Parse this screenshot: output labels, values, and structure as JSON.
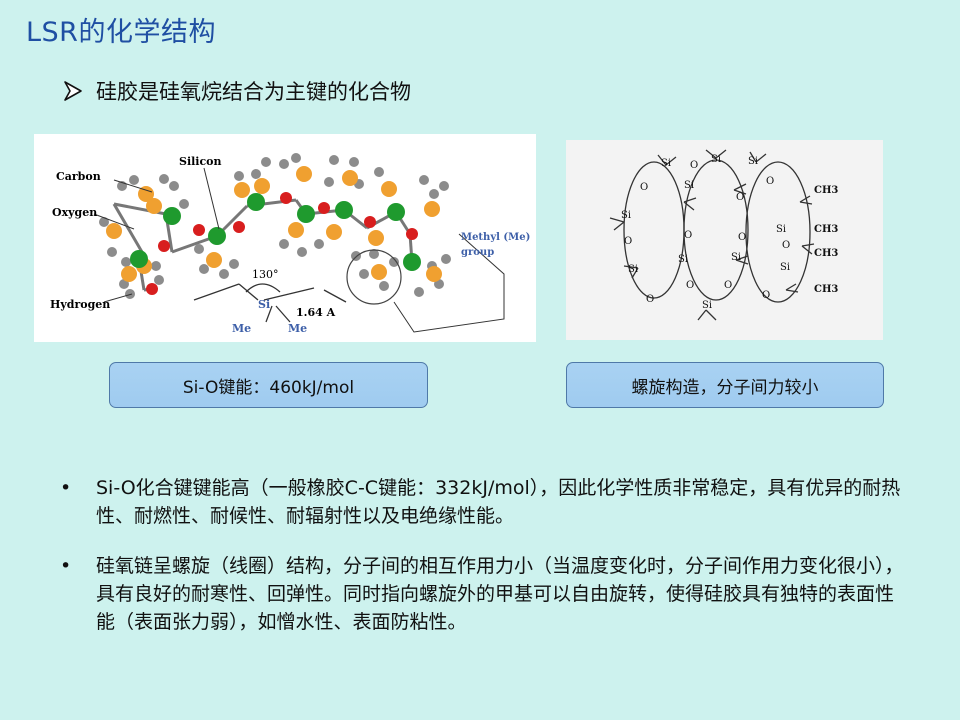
{
  "slide": {
    "title": "LSR的化学结构",
    "main_point": "硅胶是硅氧烷结合为主键的化合物",
    "figure_left": {
      "labels": {
        "carbon": "Carbon",
        "silicon": "Silicon",
        "oxygen": "Oxygen",
        "hydrogen": "Hydrogen",
        "methyl_line1": "Methyl (Me)",
        "methyl_line2": "group",
        "angle": "130°",
        "si": "Si",
        "me1": "Me",
        "me2": "Me",
        "bond_length": "1.64 A"
      },
      "caption": "Si-O键能：460kJ/mol"
    },
    "figure_right": {
      "labels": {
        "si": "Si",
        "o": "O",
        "ch3": "CH3"
      },
      "caption": "螺旋构造，分子间力较小"
    },
    "bullets": [
      {
        "marker": "•",
        "text": "Si-O化合键键能高（一般橡胶C-C键能：332kJ/mol），因此化学性质非常稳定，具有优异的耐热性、耐燃性、耐候性、耐辐射性以及电绝缘性能。"
      },
      {
        "marker": "•",
        "text": "硅氧链呈螺旋（线圈）结构，分子间的相互作用力小（当温度变化时，分子间作用力变化很小），具有良好的耐寒性、回弹性。同时指向螺旋外的甲基可以自由旋转，使得硅胶具有独特的表面性能（表面张力弱），如憎水性、表面防粘性。"
      }
    ]
  },
  "colors": {
    "background": "#cdf2ee",
    "title": "#1f4fa3",
    "caption_fill": "#a9d2f2",
    "silicon_atom": "#1f9a2e",
    "carbon_atom": "#f0a030",
    "oxygen_atom": "#d81e1e",
    "hydrogen_atom": "#8c8c8c"
  }
}
